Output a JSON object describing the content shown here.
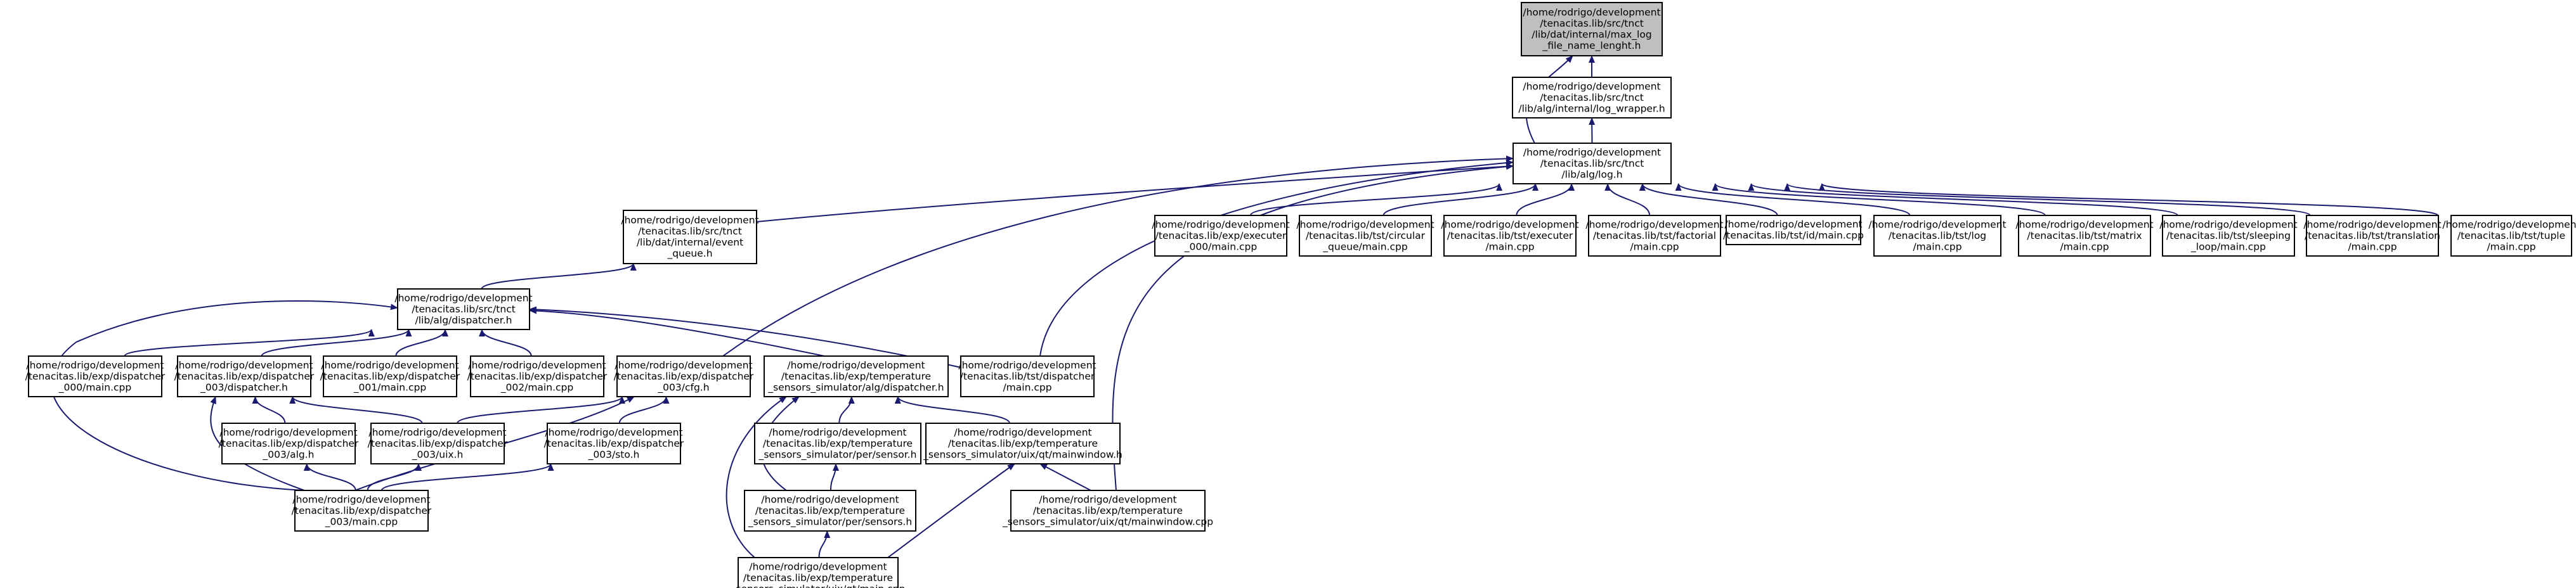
{
  "diagram": {
    "title": "",
    "colors": {
      "edge": "#191970",
      "node_fill": "#ffffff",
      "root_fill": "#bfbfbf",
      "border": "#000000"
    },
    "nodes": [
      {
        "id": "max_log",
        "root": true,
        "lines": [
          "/home/rodrigo/development",
          "/tenacitas.lib/src/tnct",
          "/lib/dat/internal/max_log",
          "_file_name_lenght.h"
        ]
      },
      {
        "id": "log_wrapper",
        "lines": [
          "/home/rodrigo/development",
          "/tenacitas.lib/src/tnct",
          "/lib/alg/internal/log_wrapper.h"
        ]
      },
      {
        "id": "log_h",
        "lines": [
          "/home/rodrigo/development",
          "/tenacitas.lib/src/tnct",
          "/lib/alg/log.h"
        ]
      },
      {
        "id": "event_queue",
        "lines": [
          "/home/rodrigo/development",
          "/tenacitas.lib/src/tnct",
          "/lib/dat/internal/event",
          "_queue.h"
        ]
      },
      {
        "id": "executer_000",
        "lines": [
          "/home/rodrigo/development",
          "/tenacitas.lib/exp/executer",
          "_000/main.cpp"
        ]
      },
      {
        "id": "circular_queue",
        "lines": [
          "/home/rodrigo/development",
          "/tenacitas.lib/tst/circular",
          "_queue/main.cpp"
        ]
      },
      {
        "id": "tst_executer",
        "lines": [
          "/home/rodrigo/development",
          "/tenacitas.lib/tst/executer",
          "/main.cpp"
        ]
      },
      {
        "id": "factorial",
        "lines": [
          "/home/rodrigo/development",
          "/tenacitas.lib/tst/factorial",
          "/main.cpp"
        ]
      },
      {
        "id": "tst_id",
        "lines": [
          "/home/rodrigo/development",
          "/tenacitas.lib/tst/id/main.cpp"
        ]
      },
      {
        "id": "tst_log",
        "lines": [
          "/home/rodrigo/development",
          "/tenacitas.lib/tst/log",
          "/main.cpp"
        ]
      },
      {
        "id": "tst_matrix",
        "lines": [
          "/home/rodrigo/development",
          "/tenacitas.lib/tst/matrix",
          "/main.cpp"
        ]
      },
      {
        "id": "sleeping_loop",
        "lines": [
          "/home/rodrigo/development",
          "/tenacitas.lib/tst/sleeping",
          "_loop/main.cpp"
        ]
      },
      {
        "id": "translation",
        "lines": [
          "/home/rodrigo/development",
          "/tenacitas.lib/tst/translation",
          "/main.cpp"
        ]
      },
      {
        "id": "tst_tuple",
        "lines": [
          "/home/rodrigo/development",
          "/tenacitas.lib/tst/tuple",
          "/main.cpp"
        ]
      },
      {
        "id": "alg_dispatcher",
        "lines": [
          "/home/rodrigo/development",
          "/tenacitas.lib/src/tnct",
          "/lib/alg/dispatcher.h"
        ]
      },
      {
        "id": "disp_000_main",
        "lines": [
          "/home/rodrigo/development",
          "/tenacitas.lib/exp/dispatcher",
          "_000/main.cpp"
        ]
      },
      {
        "id": "disp_003_dispatcher",
        "lines": [
          "/home/rodrigo/development",
          "/tenacitas.lib/exp/dispatcher",
          "_003/dispatcher.h"
        ]
      },
      {
        "id": "disp_001_main",
        "lines": [
          "/home/rodrigo/development",
          "/tenacitas.lib/exp/dispatcher",
          "_001/main.cpp"
        ]
      },
      {
        "id": "disp_002_main",
        "lines": [
          "/home/rodrigo/development",
          "/tenacitas.lib/exp/dispatcher",
          "_002/main.cpp"
        ]
      },
      {
        "id": "disp_003_cfg",
        "lines": [
          "/home/rodrigo/development",
          "/tenacitas.lib/exp/dispatcher",
          "_003/cfg.h"
        ]
      },
      {
        "id": "temp_alg_dispatcher",
        "lines": [
          "/home/rodrigo/development",
          "/tenacitas.lib/exp/temperature",
          "_sensors_simulator/alg/dispatcher.h"
        ]
      },
      {
        "id": "tst_dispatcher",
        "lines": [
          "/home/rodrigo/development",
          "/tenacitas.lib/tst/dispatcher",
          "/main.cpp"
        ]
      },
      {
        "id": "disp_003_alg",
        "lines": [
          "/home/rodrigo/development",
          "/tenacitas.lib/exp/dispatcher",
          "_003/alg.h"
        ]
      },
      {
        "id": "disp_003_uix",
        "lines": [
          "/home/rodrigo/development",
          "/tenacitas.lib/exp/dispatcher",
          "_003/uix.h"
        ]
      },
      {
        "id": "disp_003_sto",
        "lines": [
          "/home/rodrigo/development",
          "/tenacitas.lib/exp/dispatcher",
          "_003/sto.h"
        ]
      },
      {
        "id": "per_sensor",
        "lines": [
          "/home/rodrigo/development",
          "/tenacitas.lib/exp/temperature",
          "_sensors_simulator/per/sensor.h"
        ]
      },
      {
        "id": "mainwindow_h",
        "lines": [
          "/home/rodrigo/development",
          "/tenacitas.lib/exp/temperature",
          "_sensors_simulator/uix/qt/mainwindow.h"
        ]
      },
      {
        "id": "disp_003_main",
        "lines": [
          "/home/rodrigo/development",
          "/tenacitas.lib/exp/dispatcher",
          "_003/main.cpp"
        ]
      },
      {
        "id": "per_sensors",
        "lines": [
          "/home/rodrigo/development",
          "/tenacitas.lib/exp/temperature",
          "_sensors_simulator/per/sensors.h"
        ]
      },
      {
        "id": "mainwindow_cpp",
        "lines": [
          "/home/rodrigo/development",
          "/tenacitas.lib/exp/temperature",
          "_sensors_simulator/uix/qt/mainwindow.cpp"
        ]
      },
      {
        "id": "qt_main",
        "lines": [
          "/home/rodrigo/development",
          "/tenacitas.lib/exp/temperature",
          "_sensors_simulator/uix/qt/main.cpp"
        ]
      }
    ],
    "edges": [
      [
        "log_wrapper",
        "max_log"
      ],
      [
        "log_h",
        "max_log"
      ],
      [
        "log_h",
        "log_wrapper"
      ],
      [
        "event_queue",
        "log_h"
      ],
      [
        "executer_000",
        "log_h"
      ],
      [
        "circular_queue",
        "log_h"
      ],
      [
        "tst_executer",
        "log_h"
      ],
      [
        "factorial",
        "log_h"
      ],
      [
        "tst_id",
        "log_h"
      ],
      [
        "tst_log",
        "log_h"
      ],
      [
        "tst_matrix",
        "log_h"
      ],
      [
        "sleeping_loop",
        "log_h"
      ],
      [
        "translation",
        "log_h"
      ],
      [
        "tst_tuple",
        "log_h"
      ],
      [
        "disp_003_cfg",
        "log_h"
      ],
      [
        "tst_dispatcher",
        "log_h"
      ],
      [
        "mainwindow_cpp",
        "log_h"
      ],
      [
        "alg_dispatcher",
        "event_queue"
      ],
      [
        "disp_000_main",
        "alg_dispatcher"
      ],
      [
        "disp_003_dispatcher",
        "alg_dispatcher"
      ],
      [
        "disp_001_main",
        "alg_dispatcher"
      ],
      [
        "disp_002_main",
        "alg_dispatcher"
      ],
      [
        "temp_alg_dispatcher",
        "alg_dispatcher"
      ],
      [
        "tst_dispatcher",
        "alg_dispatcher"
      ],
      [
        "disp_003_main",
        "alg_dispatcher"
      ],
      [
        "disp_003_alg",
        "disp_003_dispatcher"
      ],
      [
        "disp_003_uix",
        "disp_003_dispatcher"
      ],
      [
        "disp_003_main",
        "disp_003_dispatcher"
      ],
      [
        "disp_003_uix",
        "disp_003_cfg"
      ],
      [
        "disp_003_sto",
        "disp_003_cfg"
      ],
      [
        "disp_003_main",
        "disp_003_cfg"
      ],
      [
        "per_sensor",
        "temp_alg_dispatcher"
      ],
      [
        "mainwindow_h",
        "temp_alg_dispatcher"
      ],
      [
        "per_sensors",
        "temp_alg_dispatcher"
      ],
      [
        "qt_main",
        "temp_alg_dispatcher"
      ],
      [
        "disp_003_main",
        "disp_003_alg"
      ],
      [
        "disp_003_main",
        "disp_003_uix"
      ],
      [
        "disp_003_main",
        "disp_003_sto"
      ],
      [
        "per_sensors",
        "per_sensor"
      ],
      [
        "mainwindow_cpp",
        "mainwindow_h"
      ],
      [
        "qt_main",
        "mainwindow_h"
      ],
      [
        "qt_main",
        "per_sensors"
      ]
    ]
  }
}
